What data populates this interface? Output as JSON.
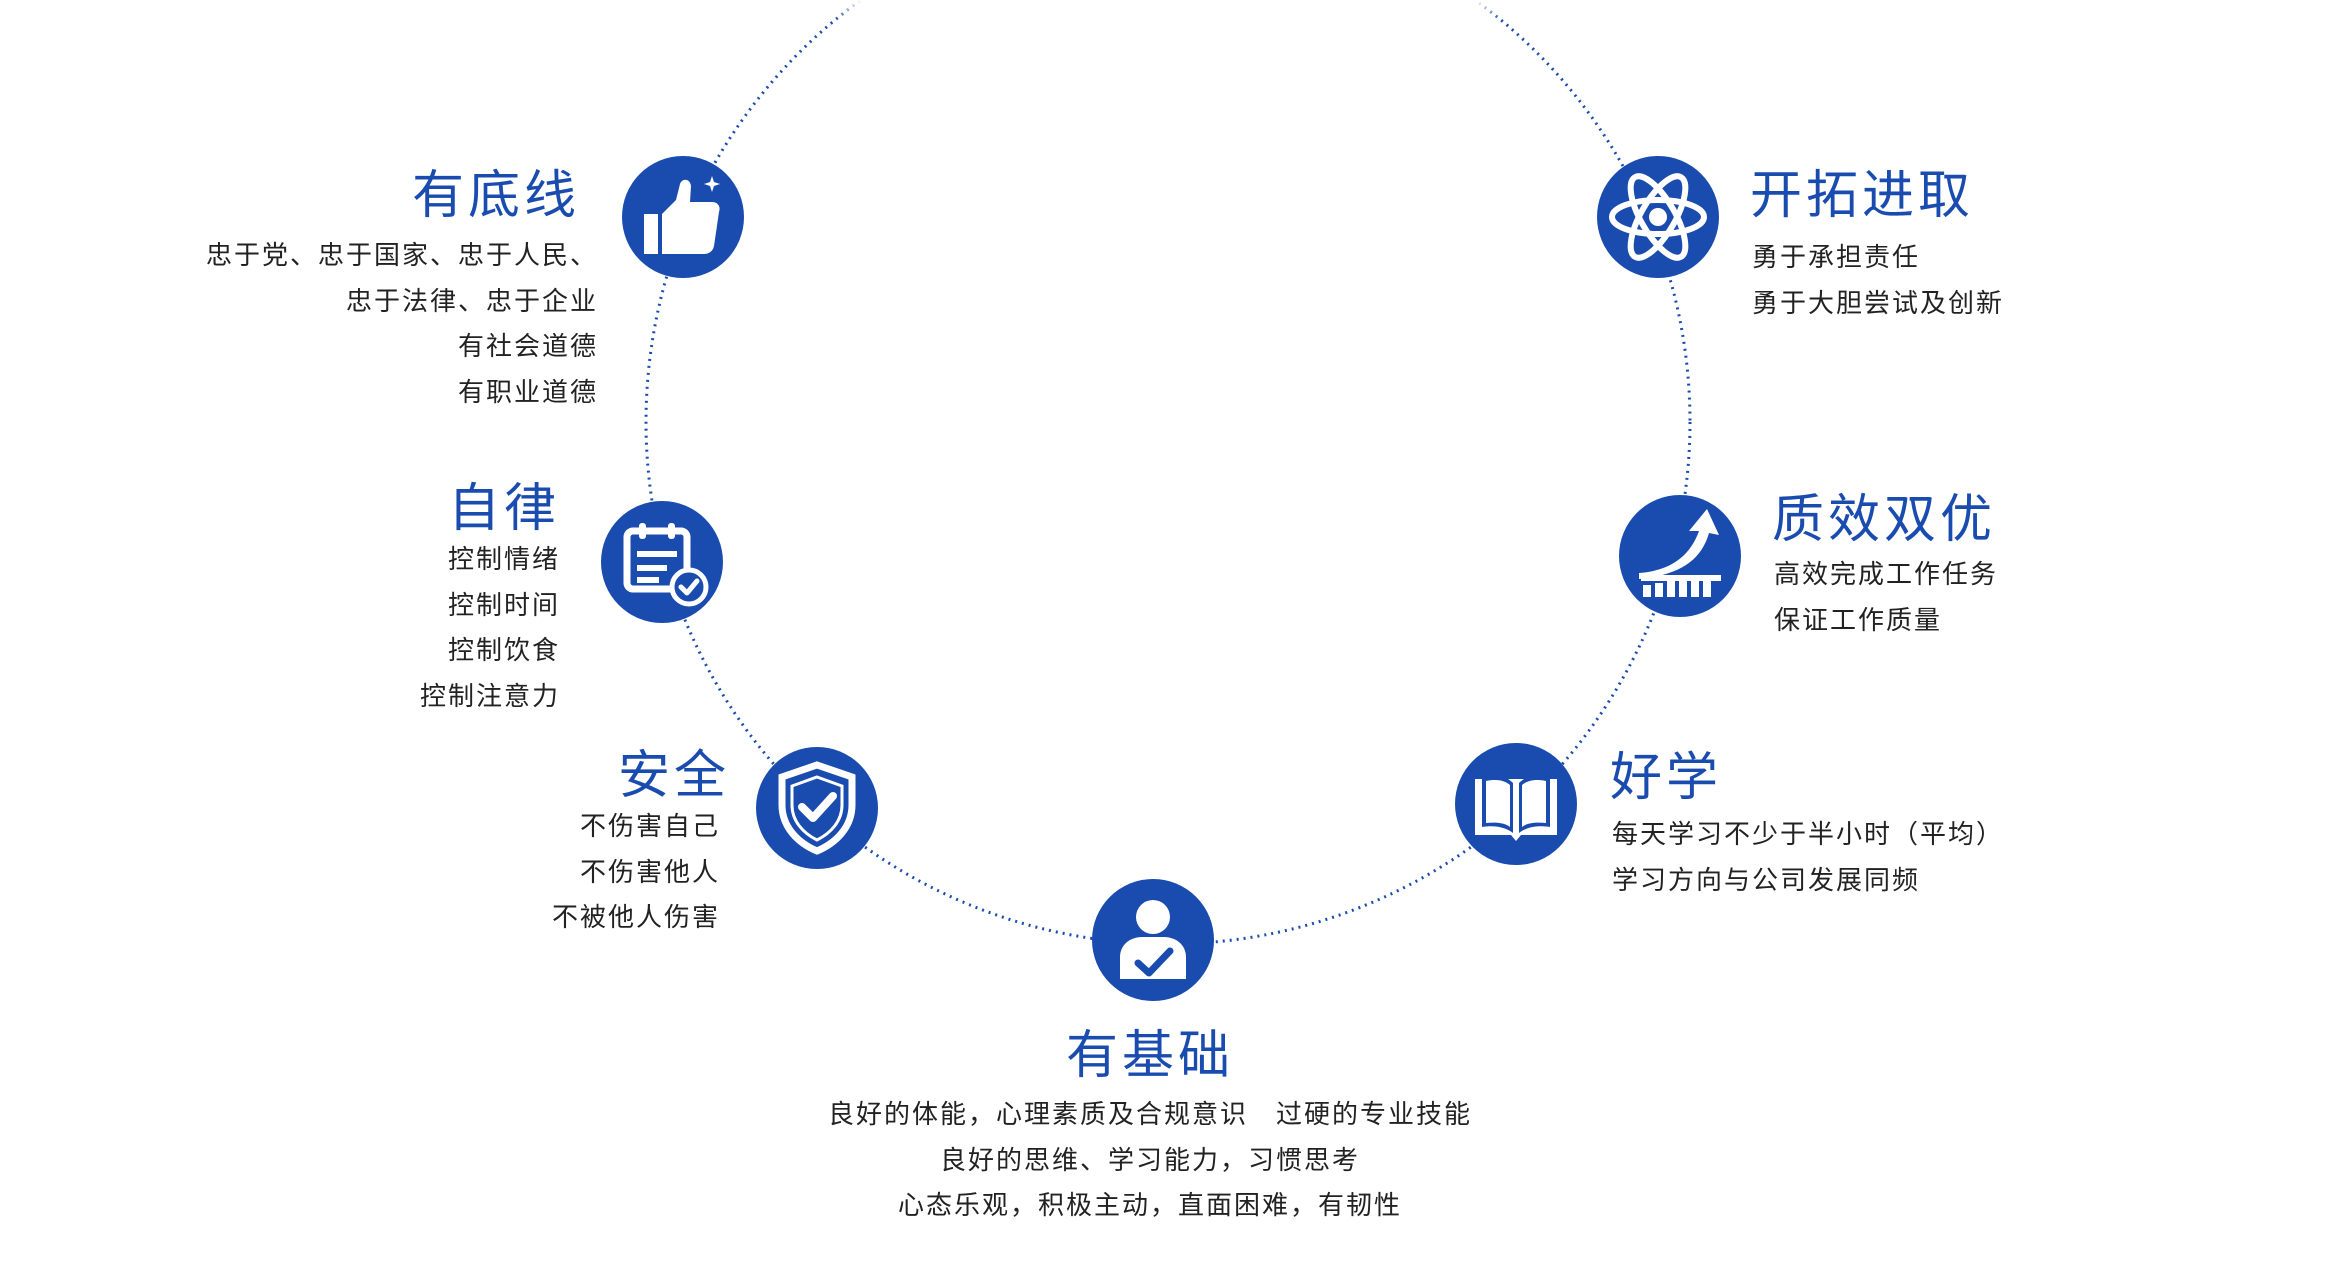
{
  "accent_color": "#1a4cb0",
  "text_color": "#222222",
  "items": {
    "bottom_line": {
      "icon": "thumbs-up-icon",
      "title": "有底线",
      "lines": [
        "忠于党、忠于国家、忠于人民、",
        "忠于法律、忠于企业",
        "有社会道德",
        "有职业道德"
      ]
    },
    "self_discipline": {
      "icon": "calendar-check-icon",
      "title": "自律",
      "lines": [
        "控制情绪",
        "控制时间",
        "控制饮食",
        "控制注意力"
      ]
    },
    "safety": {
      "icon": "shield-check-icon",
      "title": "安全",
      "lines": [
        "不伤害自己",
        "不伤害他人",
        "不被他人伤害"
      ]
    },
    "foundation": {
      "icon": "person-check-icon",
      "title": "有基础",
      "lines": [
        "良好的体能，心理素质及合规意识　过硬的专业技能",
        "良好的思维、学习能力，习惯思考",
        "心态乐观，积极主动，直面困难，有韧性"
      ]
    },
    "eager_to_learn": {
      "icon": "open-book-icon",
      "title": "好学",
      "lines": [
        "每天学习不少于半小时（平均）",
        "学习方向与公司发展同频"
      ]
    },
    "quality_efficiency": {
      "icon": "growth-chart-icon",
      "title": "质效双优",
      "lines": [
        "高效完成工作任务",
        "保证工作质量"
      ]
    },
    "pioneering": {
      "icon": "atom-icon",
      "title": "开拓进取",
      "lines": [
        "勇于承担责任",
        "勇于大胆尝试及创新"
      ]
    }
  }
}
